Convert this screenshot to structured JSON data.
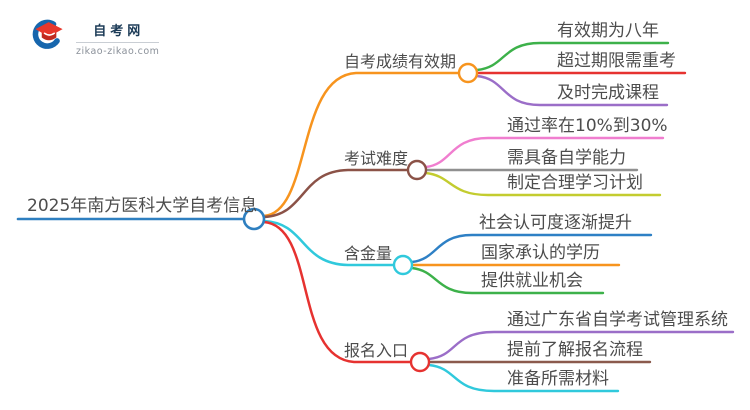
{
  "logo": {
    "site_name": "自考网",
    "site_domain": "zikao-zikao.com",
    "crescent_color": "#1766ad",
    "cap_color": "#e8372c",
    "cap_dark_color": "#c02b21"
  },
  "mindmap": {
    "root": {
      "label": "2025年南方医科大学自考信息",
      "color": "#2e7fc0"
    },
    "branches": [
      {
        "label": "自考成绩有效期",
        "color": "#f7941e",
        "children": [
          {
            "label": "有效期为八年",
            "color": "#3db14a"
          },
          {
            "label": "超过期限需重考",
            "color": "#e63230"
          },
          {
            "label": "及时完成课程",
            "color": "#9b6ec8"
          }
        ]
      },
      {
        "label": "考试难度",
        "color": "#8b5247",
        "children": [
          {
            "label": "通过率在10%到30%",
            "color": "#f07ecf"
          },
          {
            "label": "需具备自学能力",
            "color": "#909090"
          },
          {
            "label": "制定合理学习计划",
            "color": "#c3cc2f"
          }
        ]
      },
      {
        "label": "含金量",
        "color": "#30c9dc",
        "children": [
          {
            "label": "社会认可度逐渐提升",
            "color": "#2e80c5"
          },
          {
            "label": "国家承认的学历",
            "color": "#f7941e"
          },
          {
            "label": "提供就业机会",
            "color": "#3db14a"
          }
        ]
      },
      {
        "label": "报名入口",
        "color": "#e63230",
        "children": [
          {
            "label": "通过广东省自学考试管理系统",
            "color": "#9b6ec8"
          },
          {
            "label": "提前了解报名流程",
            "color": "#8b5a4d"
          },
          {
            "label": "准备所需材料",
            "color": "#30c9dc"
          }
        ]
      }
    ]
  }
}
